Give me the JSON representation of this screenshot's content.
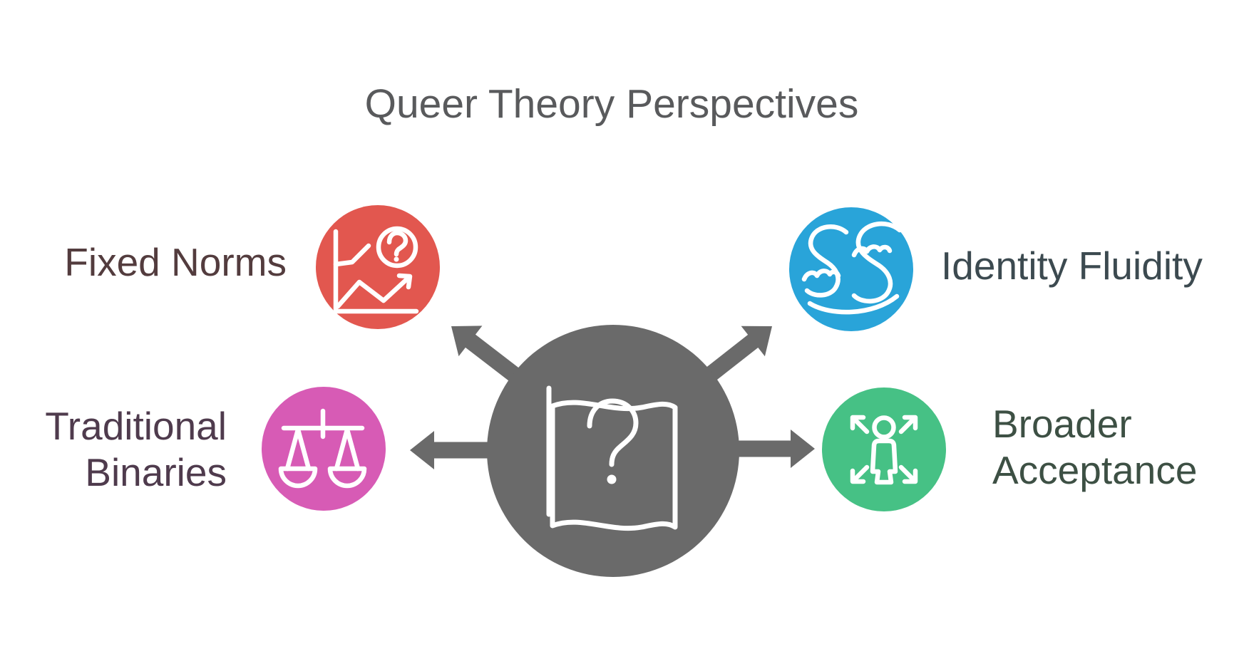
{
  "title": "Queer Theory Perspectives",
  "hub": {
    "icon": "question-flag-icon",
    "color": "#6a6a6a",
    "arrow_color": "#6a6a6a"
  },
  "nodes": [
    {
      "id": "fixed-norms",
      "label": "Fixed Norms",
      "icon": "chart-question-icon",
      "color": "#e2574f",
      "text_color": "#533c3e",
      "position": "top-left"
    },
    {
      "id": "identity-fluidity",
      "label": "Identity Fluidity",
      "icon": "river-waves-icon",
      "color": "#29a4d9",
      "text_color": "#3c4a50",
      "position": "top-right"
    },
    {
      "id": "traditional-binaries",
      "label": "Traditional Binaries",
      "line1": "Traditional",
      "line2": "Binaries",
      "icon": "balance-scale-icon",
      "color": "#d75bb5",
      "text_color": "#4f3b4d",
      "position": "bottom-left"
    },
    {
      "id": "broader-acceptance",
      "label": "Broader Acceptance",
      "line1": "Broader",
      "line2": "Acceptance",
      "icon": "expand-person-icon",
      "color": "#46c185",
      "text_color": "#3d5044",
      "position": "bottom-right"
    }
  ],
  "colors": {
    "background": "#ffffff",
    "title": "#595a5c",
    "hub": "#6a6a6a",
    "arrow": "#6a6a6a",
    "icon_stroke": "#ffffff"
  }
}
